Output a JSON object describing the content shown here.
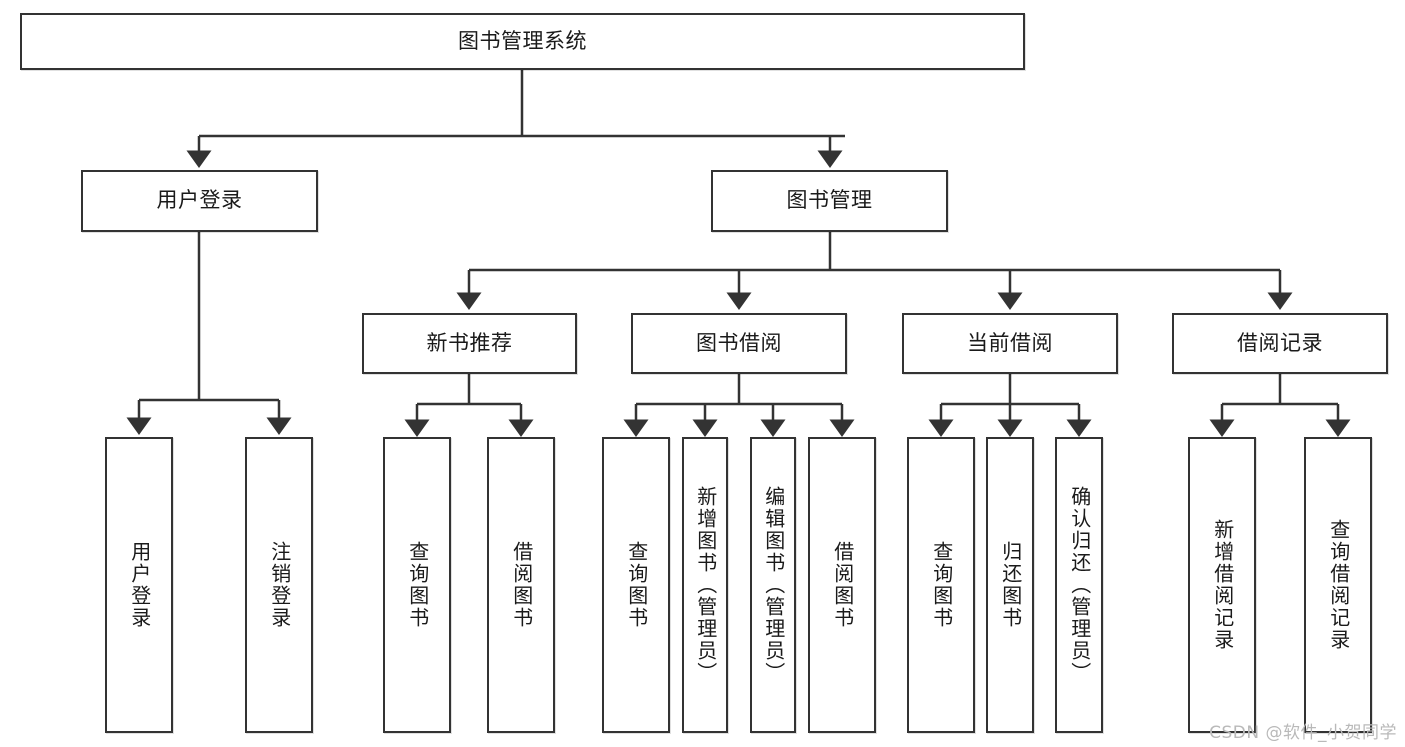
{
  "diagram": {
    "type": "tree",
    "title": "图书管理系统",
    "colors": {
      "border": "#333333",
      "fill": "#ffffff",
      "text": "#1a1a1a",
      "connector": "#333333",
      "watermark": "#b9b9b9"
    },
    "root": {
      "label": "图书管理系统"
    },
    "level2": [
      {
        "label": "用户登录"
      },
      {
        "label": "图书管理"
      }
    ],
    "level3": [
      {
        "label": "新书推荐"
      },
      {
        "label": "图书借阅"
      },
      {
        "label": "当前借阅"
      },
      {
        "label": "借阅记录"
      }
    ],
    "leaves": {
      "user_login": [
        {
          "label": "用户登录"
        },
        {
          "label": "注销登录"
        }
      ],
      "new_book_recommend": [
        {
          "label": "查询图书"
        },
        {
          "label": "借阅图书"
        }
      ],
      "book_borrow": [
        {
          "label": "查询图书"
        },
        {
          "label": "新增图书（管理员）"
        },
        {
          "label": "编辑图书（管理员）"
        },
        {
          "label": "借阅图书"
        }
      ],
      "current_borrow": [
        {
          "label": "查询图书"
        },
        {
          "label": "归还图书"
        },
        {
          "label": "确认归还（管理员）"
        }
      ],
      "borrow_record": [
        {
          "label": "新增借阅记录"
        },
        {
          "label": "查询借阅记录"
        }
      ]
    },
    "watermark": "CSDN @软件_小贺同学"
  }
}
